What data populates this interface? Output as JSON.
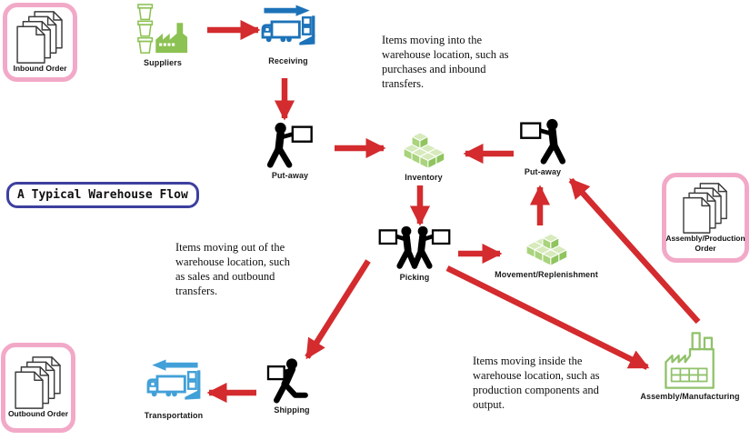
{
  "title": "A Typical Warehouse Flow",
  "nodes": {
    "inbound_order": {
      "label": "Inbound Order"
    },
    "suppliers": {
      "label": "Suppliers"
    },
    "receiving": {
      "label": "Receiving"
    },
    "putaway_left": {
      "label": "Put-away"
    },
    "inventory": {
      "label": "Inventory"
    },
    "putaway_right": {
      "label": "Put-away"
    },
    "assembly_production_order": {
      "label": "Assembly/Production Order"
    },
    "picking": {
      "label": "Picking"
    },
    "movement": {
      "label": "Movement/Replenishment"
    },
    "shipping": {
      "label": "Shipping"
    },
    "transportation": {
      "label": "Transportation"
    },
    "outbound_order": {
      "label": "Outbound Order"
    },
    "assembly_manufacturing": {
      "label": "Assembly/Manufacturing"
    }
  },
  "annotations": {
    "inbound": "Items moving into the warehouse location, such as purchases and inbound transfers.",
    "outbound": "Items moving out of the warehouse location, such as sales and outbound transfers.",
    "internal": "Items moving inside the warehouse location, such as production components and output."
  },
  "icons": {
    "inbound_order": "document-stack-icon",
    "suppliers": "factory-with-crates-icon",
    "receiving": "truck-arrow-right-icon",
    "putaway": "worker-carrying-box-icon",
    "inventory": "green-cubes-icon",
    "picking": "two-workers-carrying-boxes-icon",
    "movement": "green-cubes-icon",
    "shipping": "worker-walking-with-box-icon",
    "transportation": "truck-arrow-left-icon",
    "assembly_manufacturing": "factory-outline-icon"
  },
  "colors": {
    "arrow_red": "#d32b2e",
    "order_box_pink": "#f2a9c7",
    "title_border_blue": "#3d3f9e",
    "receiving_blue": "#1c72b8",
    "transportation_blue": "#42a0d8",
    "supplier_green": "#8cc153",
    "cube_green_top": "#d7eabc",
    "cube_green_left": "#a9d37c",
    "cube_green_right": "#8fc45e",
    "factory_outline_green": "#90c26a",
    "figure_black": "#000000"
  }
}
